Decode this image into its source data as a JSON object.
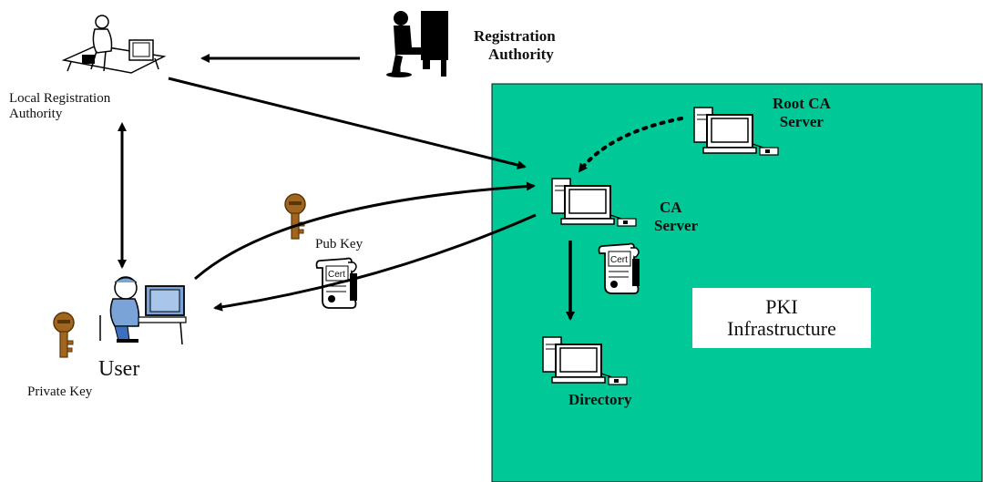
{
  "labels": {
    "registration_authority": [
      "Registration",
      "Authority"
    ],
    "local_registration_authority": [
      "Local Registration",
      "Authority"
    ],
    "root_ca_server": [
      "Root CA",
      "Server"
    ],
    "ca_server": [
      "CA",
      "Server"
    ],
    "pub_key": "Pub Key",
    "user": "User",
    "private_key": "Private Key",
    "directory": "Directory",
    "pki_infrastructure": [
      "PKI",
      "Infrastructure"
    ]
  },
  "certificate_text": "Cert",
  "colors": {
    "zone_fill": "#00c896",
    "zone_border": "#111111",
    "arrow": "#000000",
    "key": "#a0651f"
  },
  "icons": [
    "registration-authority-person-icon",
    "local-registration-person-icon",
    "user-person-icon",
    "server-computer-icon",
    "key-icon",
    "certificate-scroll-icon"
  ]
}
